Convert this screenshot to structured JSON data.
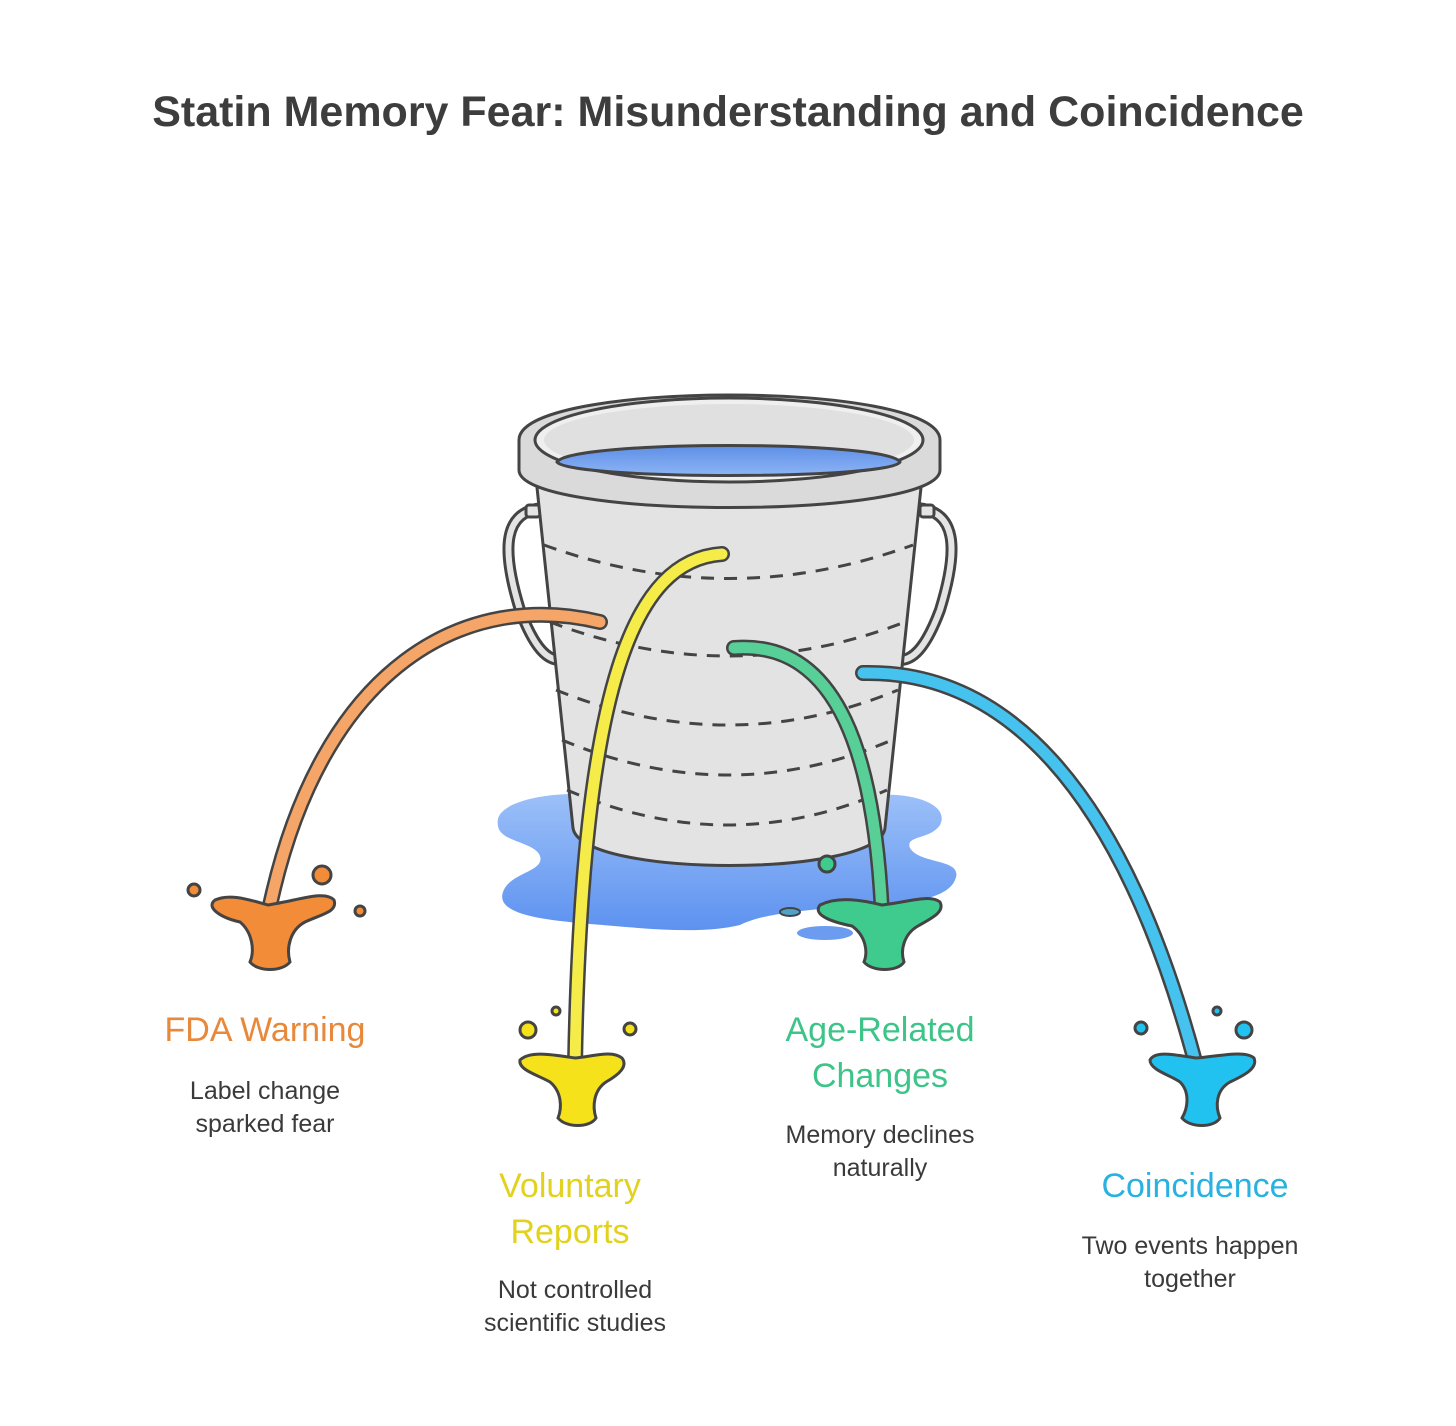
{
  "title": "Statin Memory Fear: Misunderstanding and Coincidence",
  "colors": {
    "fda": "#E8883A",
    "voluntary": "#E2D21E",
    "age": "#3DC489",
    "coincidence": "#29B2E0",
    "outline": "#444444",
    "bucket": "#E4E4E4",
    "water": "#6E9EF2"
  },
  "icons": {
    "centerpiece": "leaking-bucket",
    "splash": "liquid-splash"
  },
  "causes": [
    {
      "key": "fda",
      "label": "FDA Warning",
      "description_lines": [
        "Label change",
        "sparked fear"
      ]
    },
    {
      "key": "voluntary",
      "label_lines": [
        "Voluntary",
        "Reports"
      ],
      "description_lines": [
        "Not controlled",
        "scientific studies"
      ]
    },
    {
      "key": "age",
      "label_lines": [
        "Age-Related",
        "Changes"
      ],
      "description_lines": [
        "Memory declines",
        "naturally"
      ]
    },
    {
      "key": "coincidence",
      "label": "Coincidence",
      "description_lines": [
        "Two events happen",
        "together"
      ]
    }
  ]
}
